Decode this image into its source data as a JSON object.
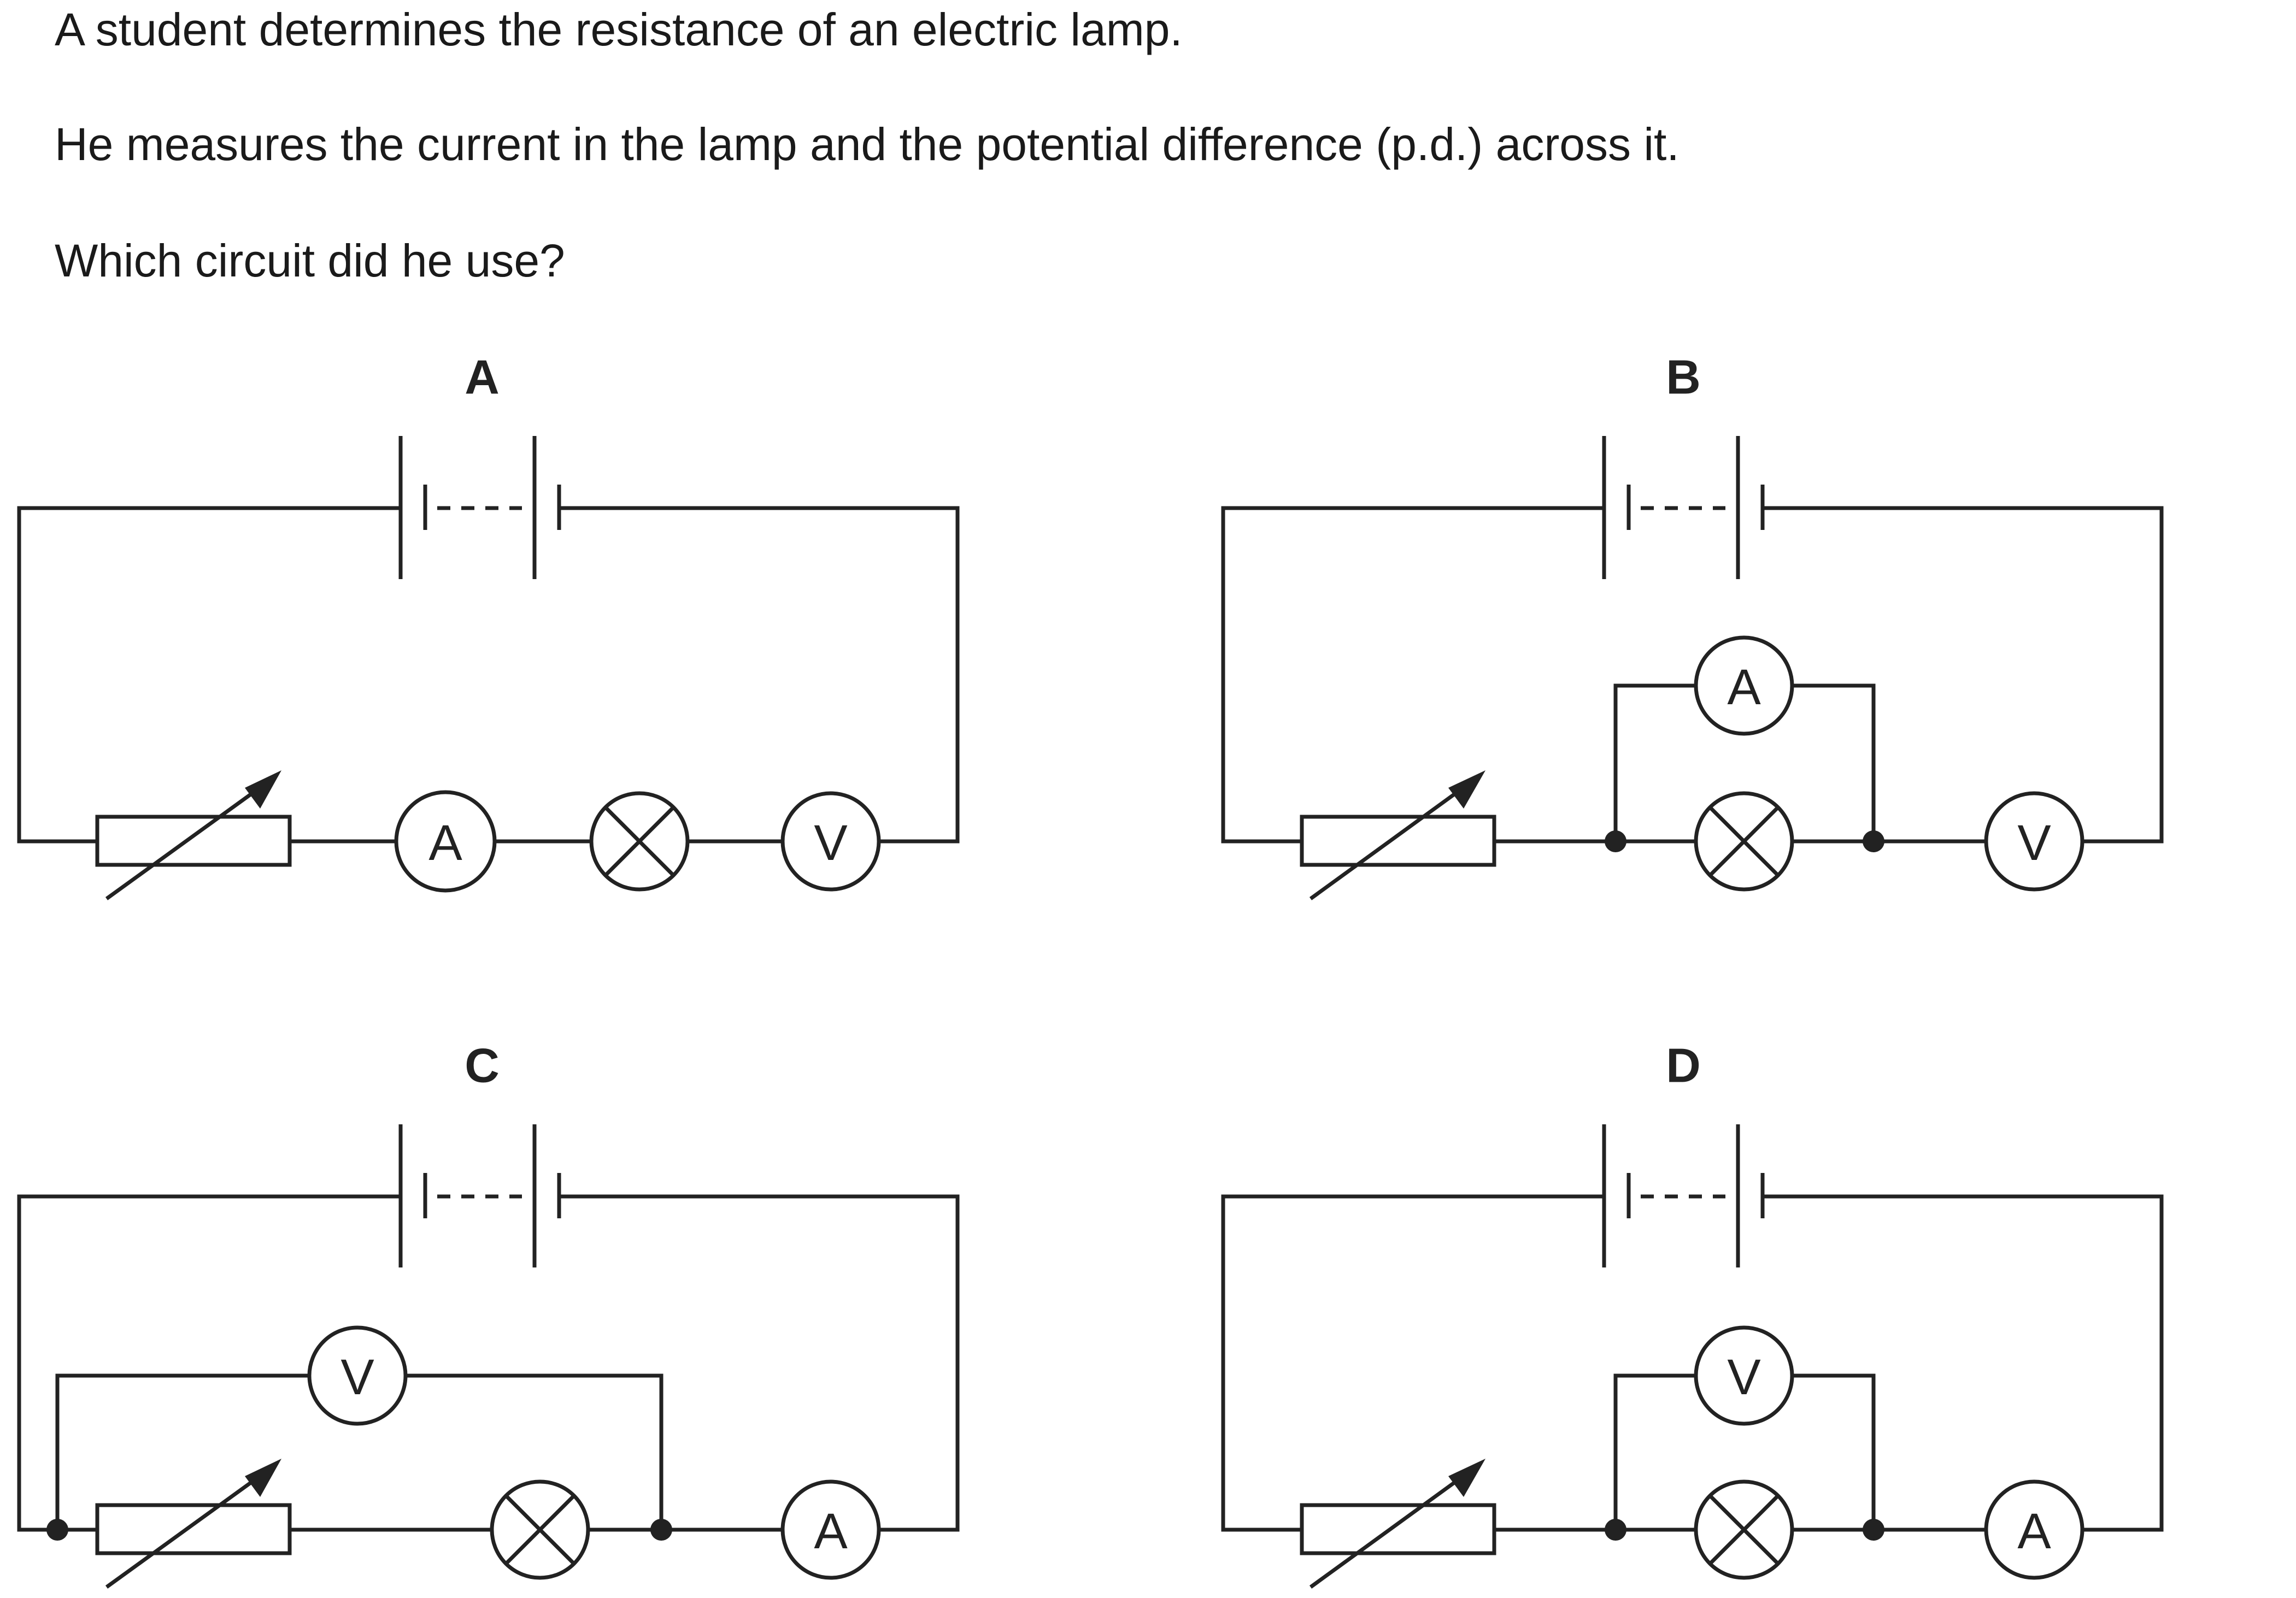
{
  "question": {
    "lines": [
      "A student determines the resistance of an electric lamp.",
      "He measures the current in the lamp and the potential difference (p.d.) across it.",
      "Which circuit did he use?"
    ]
  },
  "options": [
    {
      "letter": "A",
      "series": [
        "variable-resistor",
        "ammeter",
        "lamp",
        "voltmeter"
      ],
      "parallel_branch": null,
      "labels": {
        "ammeter": "A",
        "voltmeter": "V"
      }
    },
    {
      "letter": "B",
      "series": [
        "variable-resistor",
        "lamp",
        "voltmeter"
      ],
      "parallel_branch": {
        "meter": "ammeter",
        "across": "lamp"
      },
      "labels": {
        "ammeter": "A",
        "voltmeter": "V"
      }
    },
    {
      "letter": "C",
      "series": [
        "variable-resistor",
        "lamp",
        "ammeter"
      ],
      "parallel_branch": {
        "meter": "voltmeter",
        "across": "variable-resistor and lamp"
      },
      "labels": {
        "ammeter": "A",
        "voltmeter": "V"
      }
    },
    {
      "letter": "D",
      "series": [
        "variable-resistor",
        "lamp",
        "ammeter"
      ],
      "parallel_branch": {
        "meter": "voltmeter",
        "across": "lamp"
      },
      "labels": {
        "ammeter": "A",
        "voltmeter": "V"
      }
    }
  ],
  "colors": {
    "ink": "#222222",
    "background": "#ffffff"
  },
  "icons": [
    "battery-icon",
    "variable-resistor-icon",
    "lamp-icon",
    "ammeter-icon",
    "voltmeter-icon",
    "junction-dot-icon"
  ]
}
